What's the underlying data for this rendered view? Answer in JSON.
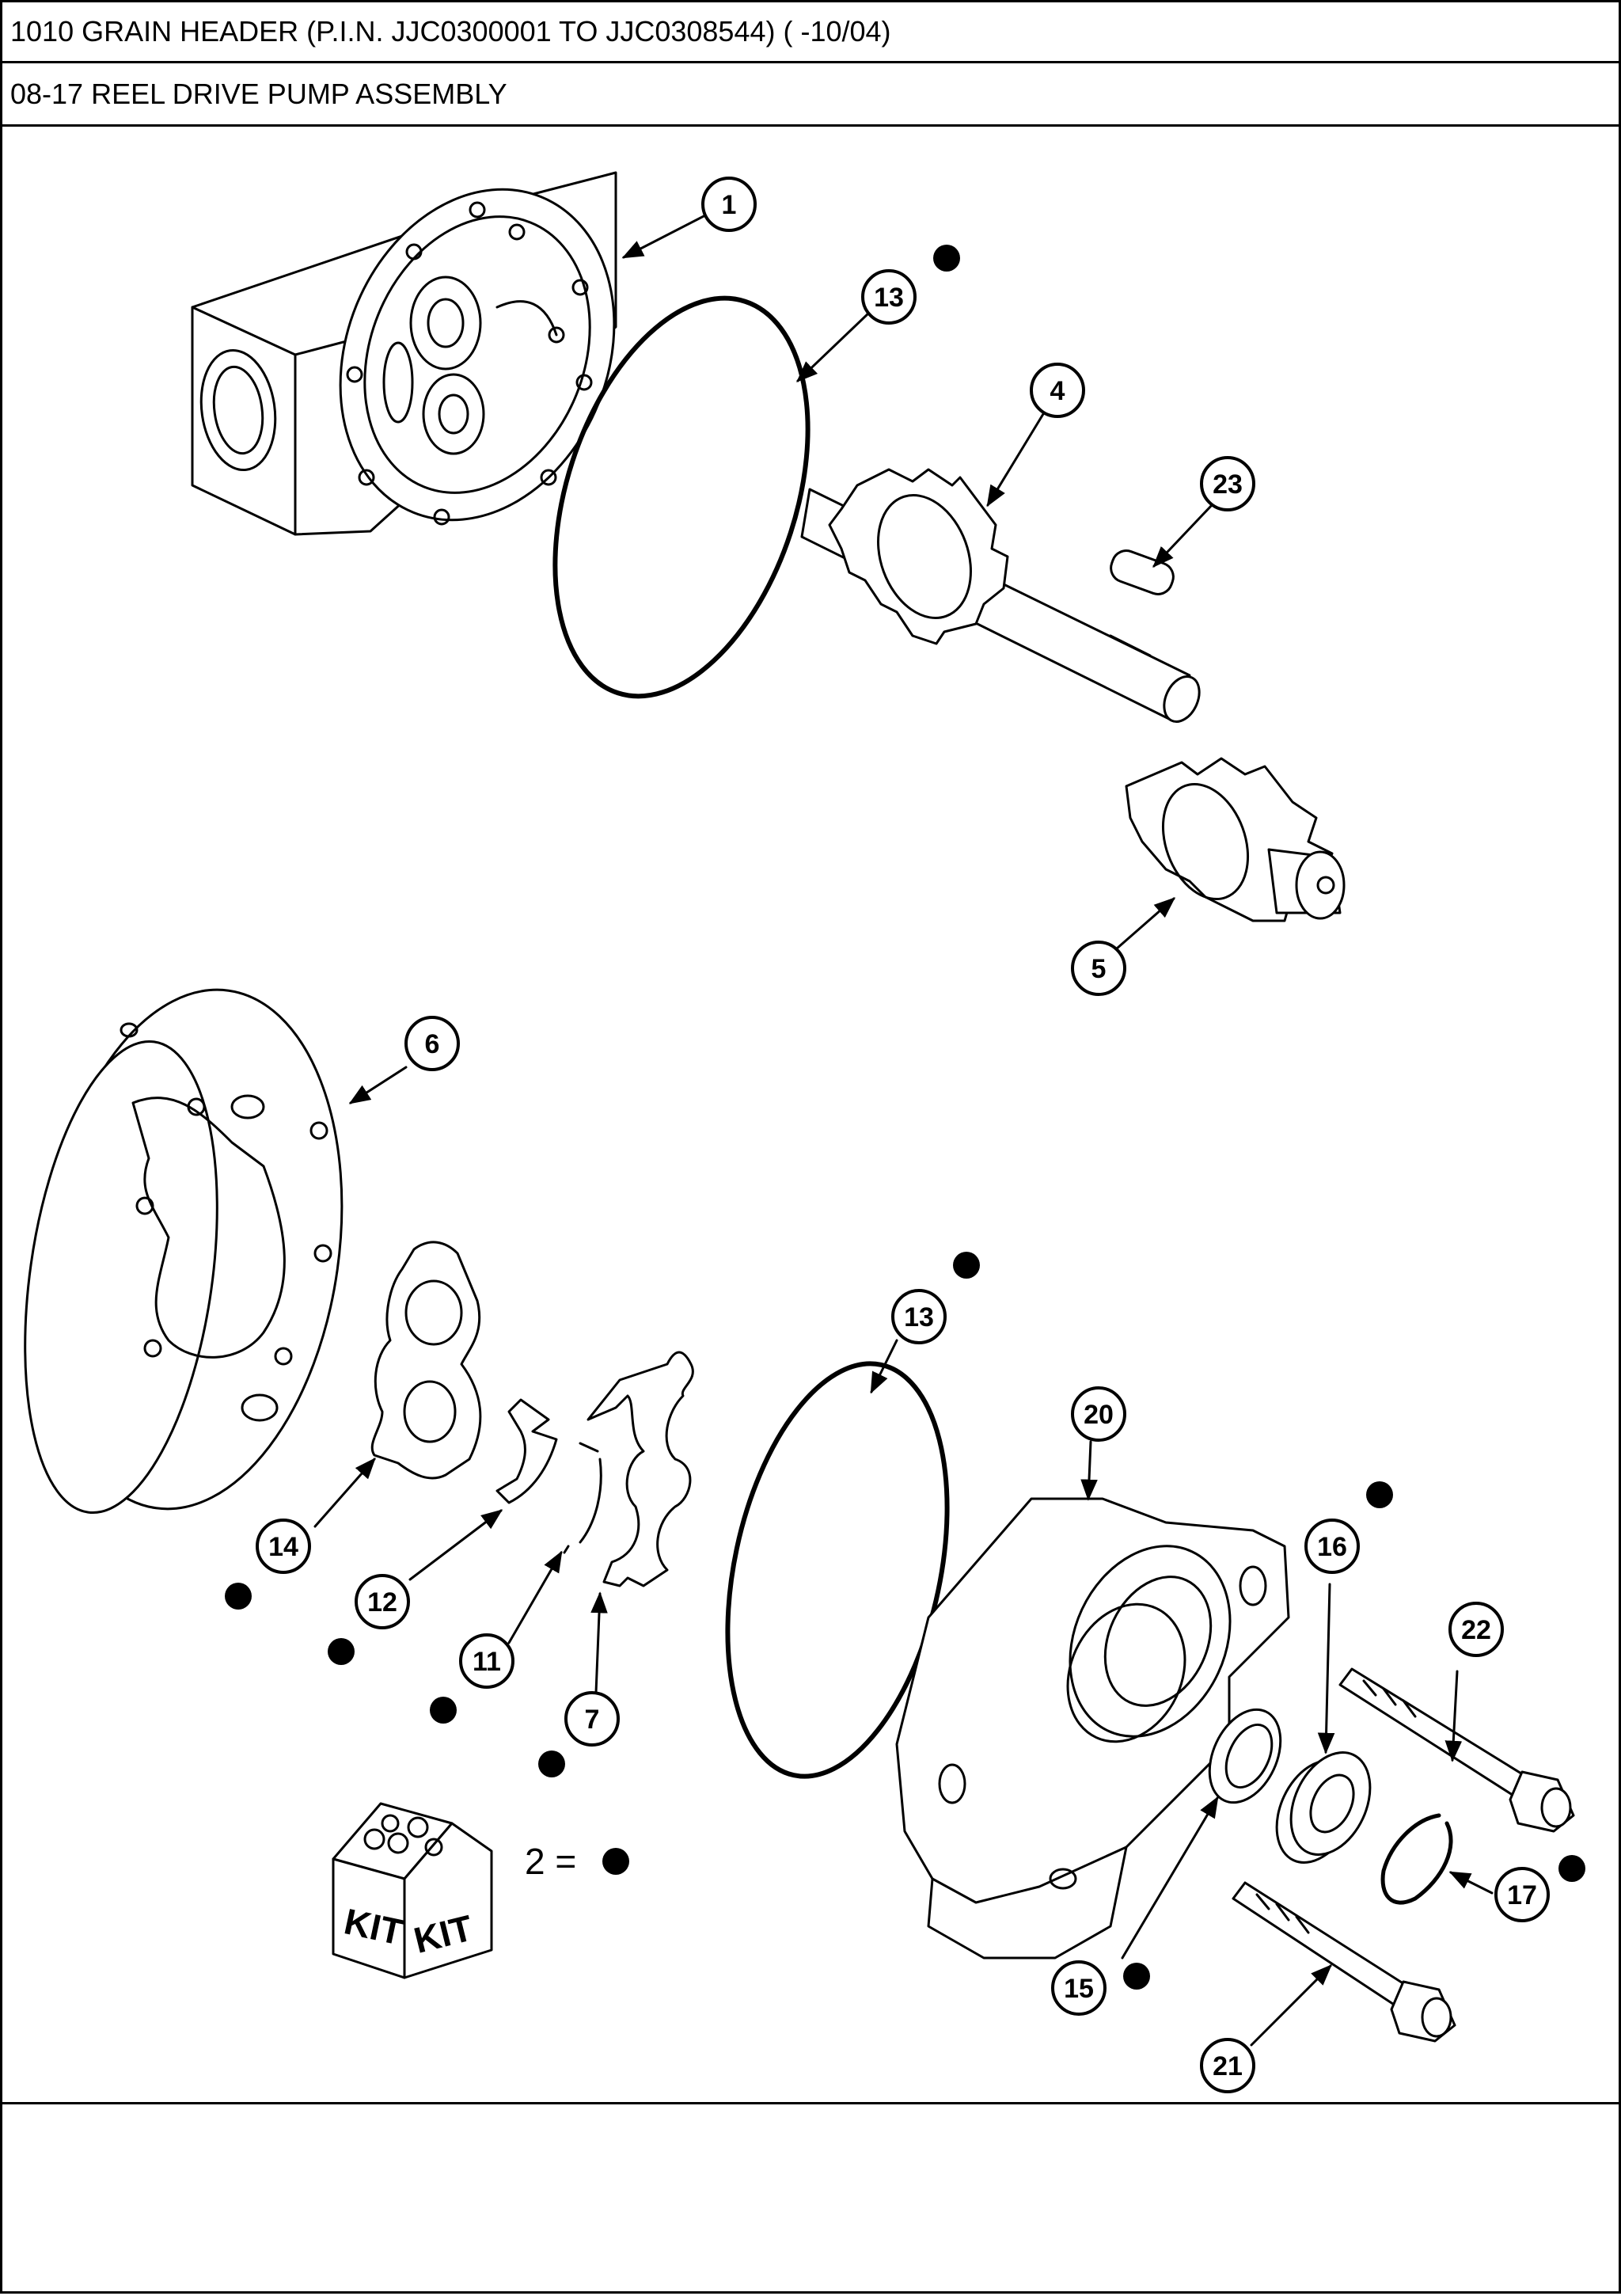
{
  "header": {
    "model_line": "1010 GRAIN HEADER (P.I.N. JJC0300001 TO JJC0308544) ( -10/04)",
    "section_line": "08-17 REEL DRIVE PUMP ASSEMBLY"
  },
  "callouts": {
    "c1": "1",
    "c13a": "13",
    "c4": "4",
    "c23": "23",
    "c5": "5",
    "c6": "6",
    "c13b": "13",
    "c20": "20",
    "c16": "16",
    "c22": "22",
    "c14": "14",
    "c12": "12",
    "c11": "11",
    "c7": "7",
    "c17": "17",
    "c15": "15",
    "c21": "21"
  },
  "kit": {
    "label_left": "KIT",
    "label_right": "KIT",
    "legend_text": "2 ="
  },
  "colors": {
    "line": "#000000",
    "background": "#ffffff"
  }
}
